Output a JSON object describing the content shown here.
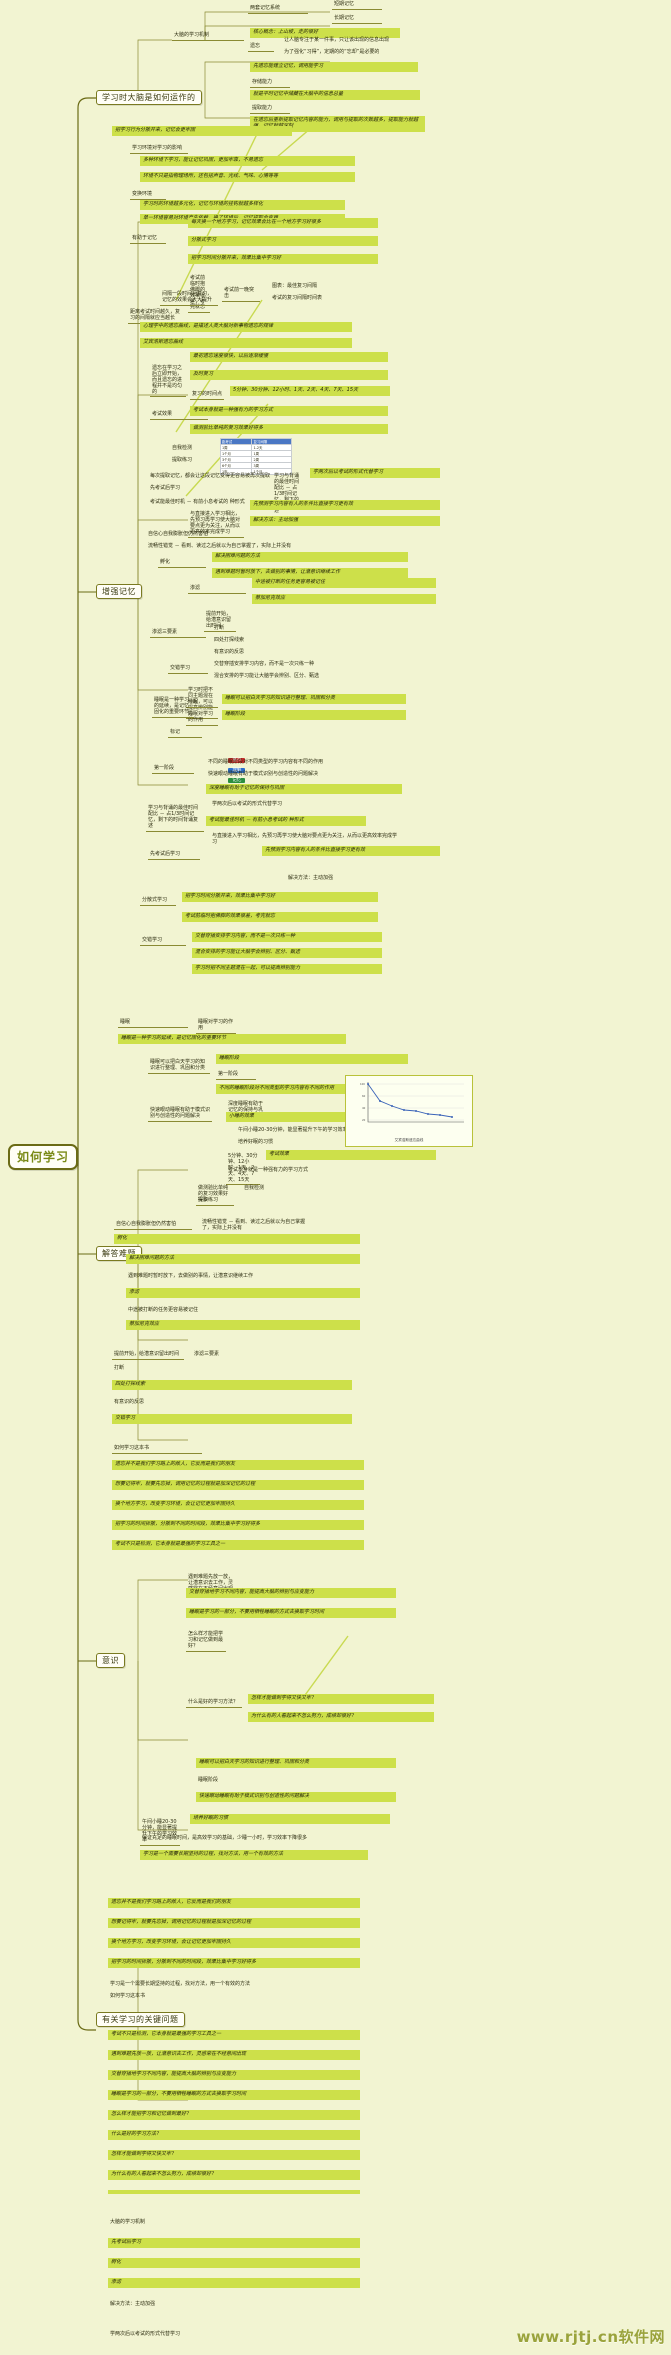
{
  "meta": {
    "title": "如何学习",
    "watermark": "www.rjtj.cn软件网",
    "accent": "#cde04a",
    "trunk_color": "#6b6b16",
    "background": "#f2f4d2"
  },
  "root": {
    "label": "如何学习"
  },
  "branches": [
    {
      "id": "brain",
      "label": "学习时大脑是如何运作的"
    },
    {
      "id": "memory",
      "label": "增强记忆"
    },
    {
      "id": "problem",
      "label": "解答难题"
    },
    {
      "id": "mind",
      "label": "意识"
    },
    {
      "id": "keyq",
      "label": "有关学习的关键问题"
    }
  ],
  "nodes": [
    {
      "id": "n001",
      "text": "大脑的学习机制",
      "type": "plain"
    },
    {
      "id": "n002",
      "text": "两套记忆系统",
      "type": "plain"
    },
    {
      "id": "n003",
      "text": "短期记忆",
      "type": "plain"
    },
    {
      "id": "n004",
      "text": "长期记忆",
      "type": "plain"
    },
    {
      "id": "n005",
      "text": "核心概念：上山坡，走的很好",
      "type": "hl"
    },
    {
      "id": "n006",
      "text": "遗忘",
      "type": "plain"
    },
    {
      "id": "n007",
      "text": "让人脑专注于某一件事，只让该出现的信息出现",
      "type": "plain"
    },
    {
      "id": "n008",
      "text": "为了强化“习得”，定期的的“忘却”是必要的",
      "type": "plain"
    },
    {
      "id": "n009",
      "text": "先遗忘能建立记忆，调用能学习",
      "type": "hl"
    },
    {
      "id": "n010",
      "text": "存储能力",
      "type": "plain"
    },
    {
      "id": "n011",
      "text": "就是平时记忆中储藏在大脑中的信息总量",
      "type": "hl"
    },
    {
      "id": "n012",
      "text": "提取能力",
      "type": "plain"
    },
    {
      "id": "n013",
      "text": "在遗忘后重新提取记忆内容的能力，调用与提取的次数越多，提取能力就越强，记忆就越深刻",
      "type": "hl"
    },
    {
      "id": "n014",
      "text": "把学习行为分散开来，记忆会更牢固",
      "type": "plain"
    },
    {
      "id": "n015",
      "text": "学习环境对学习的影响",
      "type": "plain"
    },
    {
      "id": "n016",
      "text": "多种环境下学习，能让记忆巩固，更加牢靠，不易遗忘",
      "type": "hl"
    },
    {
      "id": "n017",
      "text": "环境不只是指物理场所，还包括声音、光线、气味、心情等等",
      "type": "hl"
    },
    {
      "id": "n018",
      "text": "变换环境",
      "type": "plain"
    },
    {
      "id": "n019",
      "text": "学习时的环境越多元化，记忆与环境的挂钩就越多样化",
      "type": "hl"
    },
    {
      "id": "n020",
      "text": "单一环境容易对环境产生依赖，换了环境后，记忆提取会变难",
      "type": "hl"
    },
    {
      "id": "n021",
      "text": "有助于记忆",
      "type": "plain"
    },
    {
      "id": "n022",
      "text": "每天换一个地方学习，记忆效果会比在一个地方学习好很多",
      "type": "hl"
    },
    {
      "id": "n023",
      "text": "分散式学习",
      "type": "plain"
    },
    {
      "id": "n024",
      "text": "把学习时间分散开来，效果比集中学习好",
      "type": "hl"
    },
    {
      "id": "n025",
      "text": "考试前临时抱佛脚的效果很差，考完就忘",
      "type": "hl"
    },
    {
      "id": "n026",
      "text": "间隔一段时间后复习，记忆的效果会大大提升",
      "type": "hl"
    },
    {
      "id": "n027",
      "text": "考试前一晚突击",
      "type": "plain"
    },
    {
      "id": "n028",
      "text": "图表：最佳复习间隔",
      "type": "plain"
    },
    {
      "id": "n029",
      "text": "考试的复习间隔时间表",
      "type": "plain"
    },
    {
      "id": "n030",
      "text": "距离考试时间越久，复习的间隔就应当越长",
      "type": "hl"
    },
    {
      "id": "n031",
      "text": "心理学中的遗忘曲线，是描述人类大脑对新事物遗忘的规律",
      "type": "plain"
    },
    {
      "id": "n032",
      "text": "艾宾浩斯遗忘曲线",
      "type": "plain"
    },
    {
      "id": "n033",
      "text": "遗忘在学习之后立即开始，而且遗忘的进程并不是均匀的",
      "type": "hl"
    },
    {
      "id": "n034",
      "text": "最初遗忘速度很快，以后逐渐缓慢",
      "type": "hl"
    },
    {
      "id": "n035",
      "text": "及时复习",
      "type": "plain"
    },
    {
      "id": "n036",
      "text": "复习的时间点",
      "type": "plain"
    },
    {
      "id": "n037",
      "text": "5分钟、30分钟、12小时、1天、2天、4天、7天、15天",
      "type": "hl"
    },
    {
      "id": "n038",
      "text": "考试效果",
      "type": "plain"
    },
    {
      "id": "n039",
      "text": "考试本身就是一种强有力的学习方式",
      "type": "hl"
    },
    {
      "id": "n040",
      "text": "做测验比单纯的复习效果好得多",
      "type": "hl"
    },
    {
      "id": "n041",
      "text": "自我检测",
      "type": "plain"
    },
    {
      "id": "n042",
      "text": "提取练习",
      "type": "plain"
    },
    {
      "id": "n043",
      "text": "每次提取记忆，都会让这段记忆变得更容易被再次提取",
      "type": "hl"
    },
    {
      "id": "n044",
      "text": "先考试后学习",
      "type": "plain"
    },
    {
      "id": "n045",
      "text": "学习与背诵的最佳时间配比 － 占1/3时间记忆，剩下的时间背诵复述",
      "type": "plain"
    },
    {
      "id": "n046",
      "text": "学两次后以考试的形式代替学习",
      "type": "hl"
    },
    {
      "id": "n047",
      "text": "考试能最佳时机 － 有前小息考试的 种形式",
      "type": "plain"
    },
    {
      "id": "n048",
      "text": "与直接进入学习相比，先预习再学习使大脑对要点更为关注，从而以更高效率完成学习",
      "type": "hl"
    },
    {
      "id": "n049",
      "text": "先预测学习内容有人的条件比直接学习更有效",
      "type": "plain"
    },
    {
      "id": "n050",
      "text": "解决方法：主动加强",
      "type": "plain"
    },
    {
      "id": "n051",
      "text": "自信心自我膨胀但仍然害怕",
      "type": "plain"
    },
    {
      "id": "n052",
      "text": "流畅性错觉 － 看到、读过之后就以为自己掌握了，实际上并没有",
      "type": "hl"
    },
    {
      "id": "n053",
      "text": "孵化",
      "type": "plain"
    },
    {
      "id": "n054",
      "text": "解决困难问题的方法",
      "type": "plain"
    },
    {
      "id": "n055",
      "text": "遇到难题时暂时放下，去做别的事情，让潜意识继续工作",
      "type": "hl"
    },
    {
      "id": "n056",
      "text": "渗滤",
      "type": "plain"
    },
    {
      "id": "n057",
      "text": "中途被打断的任务更容易被记住",
      "type": "plain"
    },
    {
      "id": "n058",
      "text": "蔡加尼克效应",
      "type": "plain"
    },
    {
      "id": "n059",
      "text": "提前开始，给潜意识留出时间",
      "type": "plain"
    },
    {
      "id": "n060",
      "text": "渗滤三要素",
      "type": "plain"
    },
    {
      "id": "n061",
      "text": "打断",
      "type": "plain"
    },
    {
      "id": "n062",
      "text": "四处打探线索",
      "type": "plain"
    },
    {
      "id": "n063",
      "text": "有意识的反思",
      "type": "plain"
    },
    {
      "id": "n064",
      "text": "交错学习",
      "type": "plain"
    },
    {
      "id": "n065",
      "text": "交替穿插安排学习内容，而不是一次只练一种",
      "type": "hl"
    },
    {
      "id": "n066",
      "text": "混合安排的学习能让大脑学会辨别、区分、甄选",
      "type": "hl"
    },
    {
      "id": "n067",
      "text": "学习时把不同主题混在一起，可以提高辨别能力",
      "type": "hl"
    },
    {
      "id": "n068",
      "text": "睡眠",
      "type": "plain"
    },
    {
      "id": "n069",
      "text": "睡眠对学习的作用",
      "type": "plain"
    },
    {
      "id": "n070",
      "text": "睡眠是一种学习的延续，是记忆固化的重要环节",
      "type": "hl"
    },
    {
      "id": "n071",
      "text": "睡眠可以把白天学习的知识进行整理、巩固和分类",
      "type": "hl"
    },
    {
      "id": "n072",
      "text": "睡眠阶段",
      "type": "plain"
    },
    {
      "id": "n073",
      "text": "第一阶段",
      "type": "plain"
    },
    {
      "id": "n074",
      "text": "不同的睡眠阶段对不同类型的学习内容有不同的作用",
      "type": "hl"
    },
    {
      "id": "n075",
      "text": "快速眼动睡眠有助于模式识别与创造性的问题解决",
      "type": "hl"
    },
    {
      "id": "n076",
      "text": "深度睡眠有助于记忆的保持与巩固",
      "type": "hl"
    },
    {
      "id": "n077",
      "text": "小睡的效果",
      "type": "plain"
    },
    {
      "id": "n078",
      "text": "午间小睡20-30分钟，能显著提升下午的学习效率",
      "type": "hl"
    },
    {
      "id": "n079",
      "text": "培养好眠的习惯",
      "type": "plain"
    },
    {
      "id": "n080",
      "text": "保证充足的睡眠时间，是高效学习的基础，少睡一小时，学习效率下降很多",
      "type": "hl"
    },
    {
      "id": "n081",
      "text": "学习是一个需要长期坚持的过程，找对方法，用一个有效的方法",
      "type": "plain"
    },
    {
      "id": "n082",
      "text": "如何学习这本书",
      "type": "plain"
    },
    {
      "id": "n083",
      "text": "遗忘并不是我们学习路上的敌人，它反而是我们的朋友",
      "type": "hl"
    },
    {
      "id": "n084",
      "text": "想要记得牢，就要先忘掉，调用记忆的过程就是加深记忆的过程",
      "type": "hl"
    },
    {
      "id": "n085",
      "text": "换个地方学习，改变学习环境，会让记忆更加牢固持久",
      "type": "hl"
    },
    {
      "id": "n086",
      "text": "把学习的时间拆散，分散到不同的时间段，效果比集中学习好得多",
      "type": "hl"
    },
    {
      "id": "n087",
      "text": "考试不只是检测，它本身就是最强的学习工具之一",
      "type": "hl"
    },
    {
      "id": "n088",
      "text": "遇到难题先放一放，让潜意识去工作，灵感常在不经意间出现",
      "type": "hl"
    },
    {
      "id": "n089",
      "text": "交替穿插地学习不同内容，能提高大脑的辨别与应变能力",
      "type": "hl"
    },
    {
      "id": "n090",
      "text": "睡眠是学习的一部分，不要用牺牲睡眠的方式去换取学习时间",
      "type": "hl"
    },
    {
      "id": "n091",
      "text": "怎么样才能把学习和记忆做到最好？",
      "type": "plain"
    },
    {
      "id": "n092",
      "text": "什么是好的学习方法？",
      "type": "plain"
    },
    {
      "id": "n093",
      "text": "怎样才能做到学得又快又牢？",
      "type": "plain"
    },
    {
      "id": "n094",
      "text": "为什么有的人看起来不怎么努力，成绩却很好？",
      "type": "plain"
    }
  ],
  "mini_table": {
    "header": [
      "距考试",
      "复习间隔"
    ],
    "rows": [
      [
        "1周",
        "1-2天"
      ],
      [
        "1个月",
        "1周"
      ],
      [
        "3个月",
        "2周"
      ],
      [
        "6个月",
        "3周"
      ],
      [
        "1年",
        "1个月"
      ]
    ]
  },
  "chart_data": {
    "type": "line",
    "title": "艾宾浩斯遗忘曲线",
    "xlabel": "时间",
    "ylabel": "记忆保持率 (%)",
    "x": [
      "0",
      "20分",
      "1时",
      "9时",
      "1天",
      "2天",
      "6天",
      "31天"
    ],
    "series": [
      {
        "name": "记忆保持率",
        "values": [
          100,
          58,
          44,
          36,
          34,
          28,
          25,
          21
        ]
      }
    ],
    "ylim": [
      0,
      100
    ],
    "grid": true,
    "legend": "bottom"
  },
  "marks": {
    "title": "标记",
    "items": [
      {
        "label": "重点",
        "color": "#cc2b2b"
      },
      {
        "label": "理解",
        "color": "#2b6fcc"
      },
      {
        "label": "记忆",
        "color": "#2b8f3f"
      }
    ]
  }
}
